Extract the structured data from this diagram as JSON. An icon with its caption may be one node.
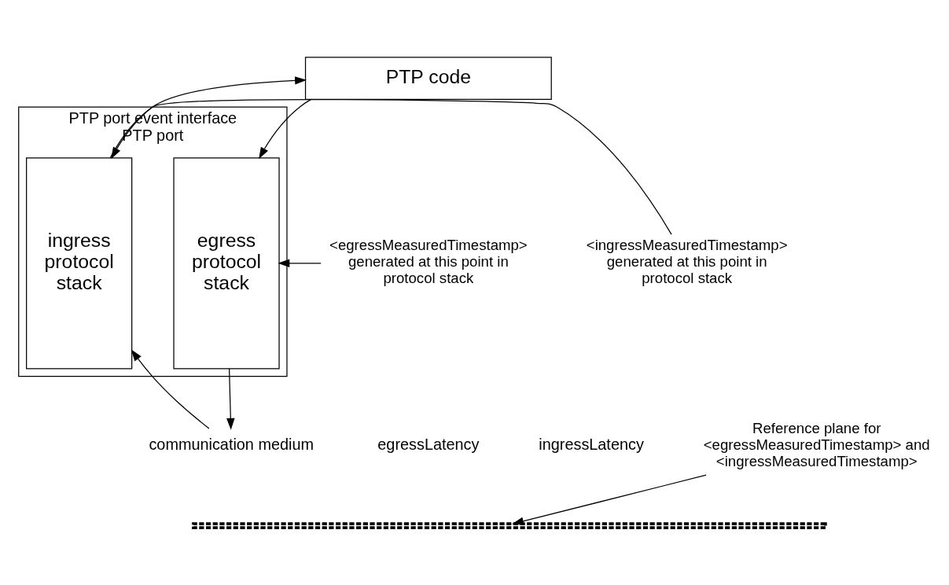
{
  "diagram": {
    "nodes": [
      {
        "text": [
          "PTP code"
        ]
      },
      {
        "text": [
          "PTP port event interface",
          "PTP port"
        ]
      },
      {
        "text": [
          "egress protocol stack"
        ],
        "in": 1
      },
      {
        "text": [
          "ingress protocol stack"
        ],
        "in": 1
      },
      {
        "text": [
          "<egressMeasuredTimestamp> generated at this point in protocol stack"
        ]
      },
      {
        "text": [
          "<ingressMeasuredTimestamp> generated at this point in protocol stack"
        ]
      },
      {
        "text": [
          "communication medium"
        ]
      },
      {
        "text": [
          "Reference plane for <egressMeasuredTimestamp> and <ingressMeasuredTimestamp>"
        ]
      },
      {
        "text": [],
        "shape": "bar"
      }
    ],
    "edges": [
      {
        "from": 0,
        "to": 2,
        "arrow": "to"
      },
      {
        "from": 3,
        "to": 0,
        "arrow": "to"
      },
      {
        "from": 4,
        "to": 2,
        "arrow": "to"
      },
      {
        "from": 5,
        "to": 3,
        "arrow": "to"
      },
      {
        "from": 2,
        "to": 6,
        "arrow": "to"
      },
      {
        "from": 6,
        "to": 3,
        "arrow": "to"
      },
      {
        "from": 7,
        "to": 8,
        "arrow": "to"
      }
    ],
    "labels": [
      "egressLatency",
      "ingressLatency"
    ]
  }
}
